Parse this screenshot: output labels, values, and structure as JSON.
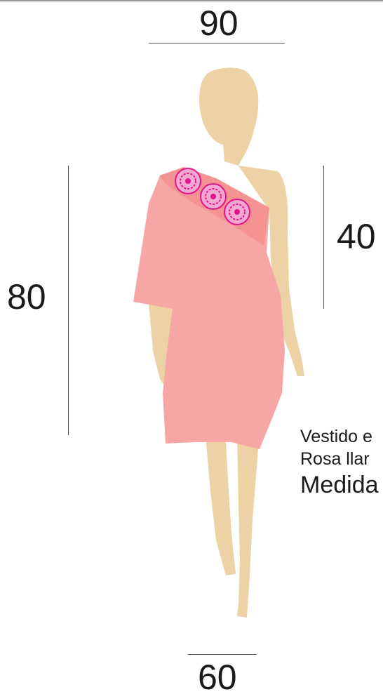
{
  "measurements": {
    "top": "90",
    "left": "80",
    "right": "40",
    "bottom": "60"
  },
  "caption": {
    "line1": "Vestido e",
    "line2": "Rosa llar",
    "line3": "Medida"
  },
  "colors": {
    "skin": "#ecd2a4",
    "dress": "#f7a6a6",
    "dress_sash": "#f59393",
    "flower": "#e0158b"
  }
}
